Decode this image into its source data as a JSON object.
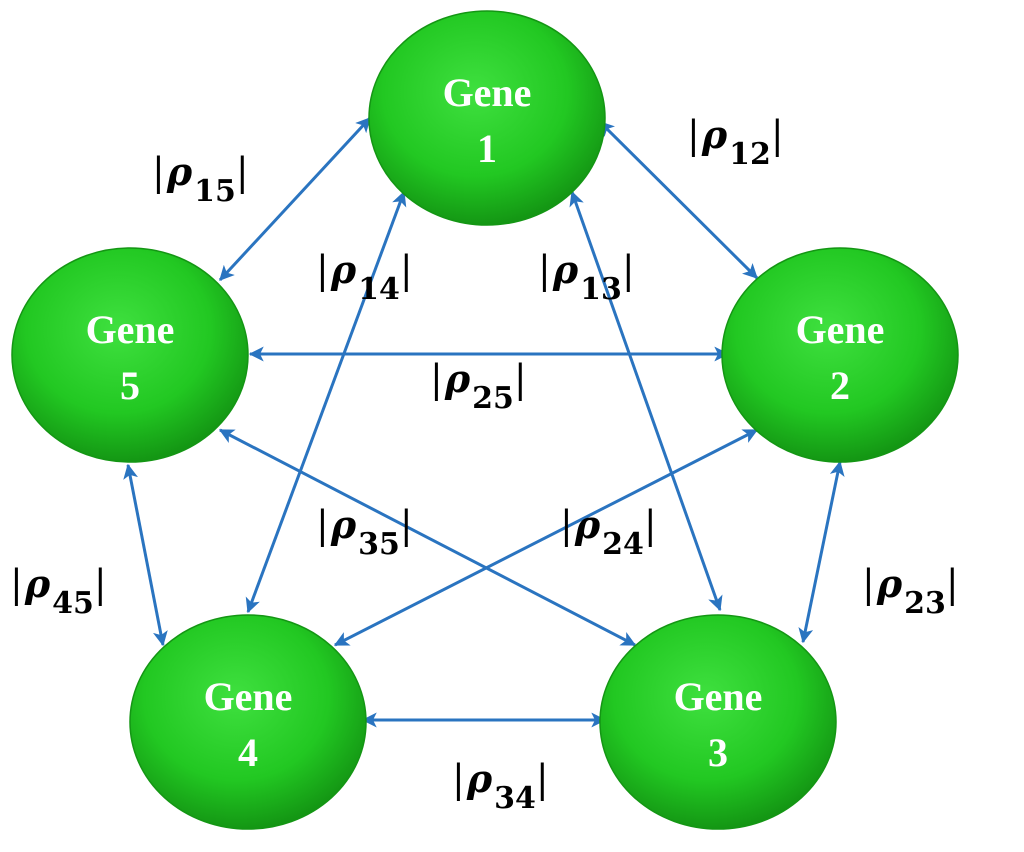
{
  "colors": {
    "node_fill": "#22cc22",
    "node_fill_dark": "#149614",
    "node_text": "#ffffff",
    "edge": "#2a74c0",
    "label": "#000000"
  },
  "nodes": [
    {
      "id": "1",
      "word": "Gene",
      "number": "1"
    },
    {
      "id": "2",
      "word": "Gene",
      "number": "2"
    },
    {
      "id": "3",
      "word": "Gene",
      "number": "3"
    },
    {
      "id": "4",
      "word": "Gene",
      "number": "4"
    },
    {
      "id": "5",
      "word": "Gene",
      "number": "5"
    }
  ],
  "edges": [
    {
      "from": "1",
      "to": "2",
      "symbol": "ρ",
      "subscript": "12"
    },
    {
      "from": "1",
      "to": "3",
      "symbol": "ρ",
      "subscript": "13"
    },
    {
      "from": "1",
      "to": "4",
      "symbol": "ρ",
      "subscript": "14"
    },
    {
      "from": "1",
      "to": "5",
      "symbol": "ρ",
      "subscript": "15"
    },
    {
      "from": "2",
      "to": "3",
      "symbol": "ρ",
      "subscript": "23"
    },
    {
      "from": "2",
      "to": "4",
      "symbol": "ρ",
      "subscript": "24"
    },
    {
      "from": "2",
      "to": "5",
      "symbol": "ρ",
      "subscript": "25"
    },
    {
      "from": "3",
      "to": "4",
      "symbol": "ρ",
      "subscript": "34"
    },
    {
      "from": "3",
      "to": "5",
      "symbol": "ρ",
      "subscript": "35"
    },
    {
      "from": "4",
      "to": "5",
      "symbol": "ρ",
      "subscript": "45"
    }
  ]
}
